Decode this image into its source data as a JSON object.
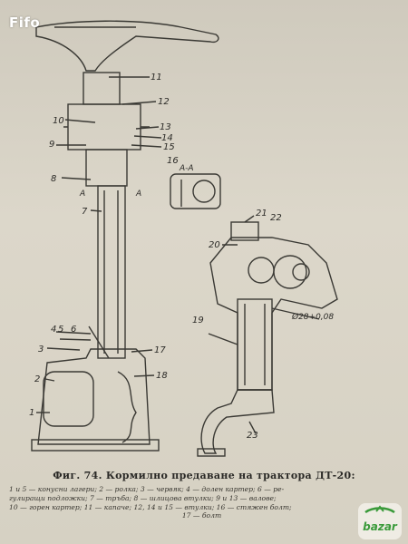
{
  "watermark": "Fifo",
  "figure": {
    "caption": "Фиг. 74. Кормилно предаване на трактора ДТ-20:",
    "section_label": "А-А",
    "section_mark_a": "А",
    "dimension": "Ø28+0,08",
    "part_labels": [
      "1",
      "2",
      "3",
      "4",
      "5",
      "6",
      "7",
      "8",
      "9",
      "10",
      "11",
      "12",
      "13",
      "14",
      "15",
      "16",
      "17",
      "18",
      "19",
      "20",
      "21",
      "22",
      "23"
    ]
  },
  "legend": [
    "1 и 5 — конусни лагери; 2 — ролка; 3 — червяк; 4 — долен картер; 6 — ре-",
    "гулиращи подложки; 7 — тръба; 8 — шлицова втулки; 9 и 13 — валове;",
    "10 — горен картер; 11 — капаче; 12, 14 и 15 — втулки; 16 — стяжен болт;",
    "17 — болт"
  ],
  "logo": {
    "text": "bazar",
    "color": "#3a9a3a"
  }
}
